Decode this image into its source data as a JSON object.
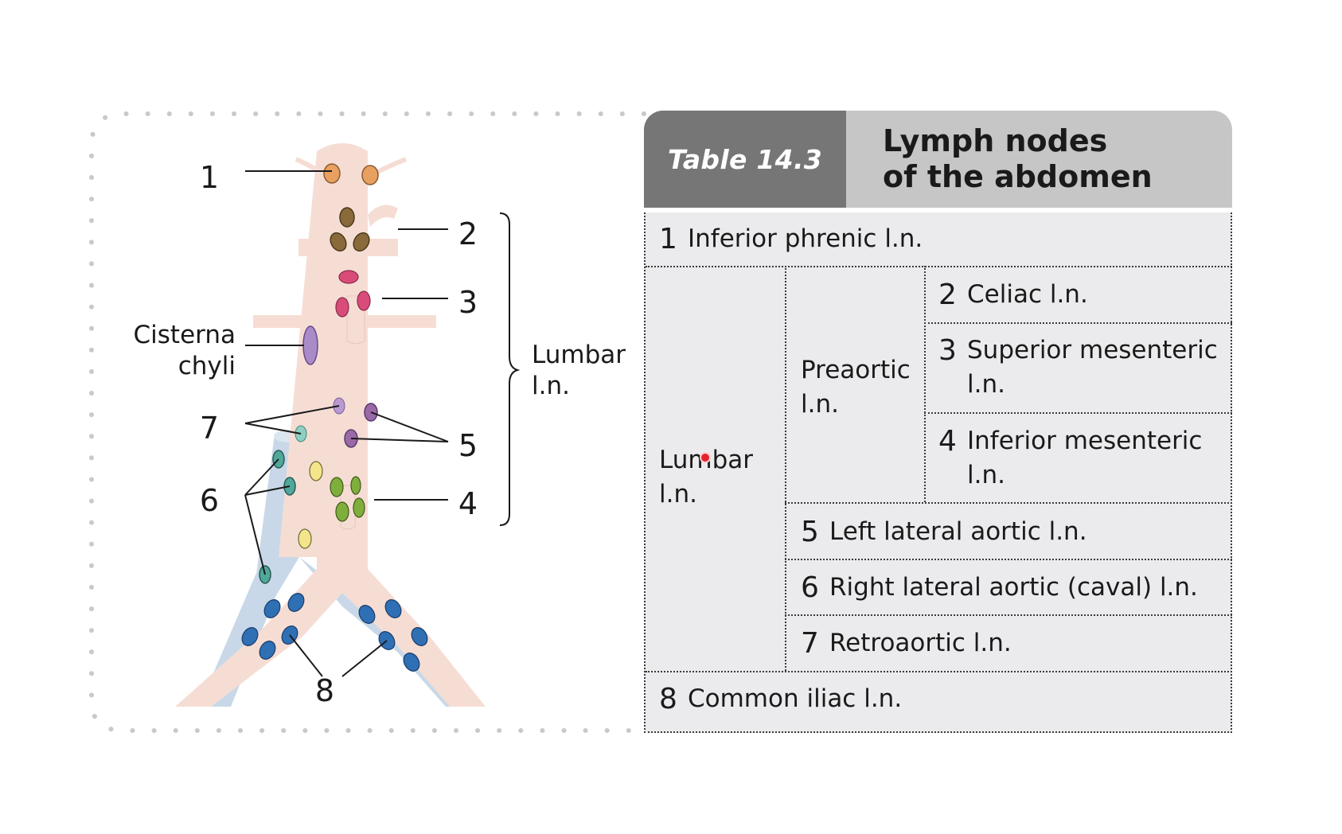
{
  "diagram": {
    "callouts": [
      "1",
      "2",
      "3",
      "4",
      "5",
      "6",
      "7",
      "8"
    ],
    "cisterna_label": [
      "Cisterna",
      "chyli"
    ],
    "lumbar_label": [
      "Lumbar",
      "l.n."
    ]
  },
  "table": {
    "tag": "Table 14.3",
    "title_line1": "Lymph nodes",
    "title_line2": "of the abdomen",
    "row1": {
      "num": "1",
      "text": "Inferior phrenic l.n."
    },
    "lumbar_group": "Lumbar l.n.",
    "preaortic_group": "Preaortic l.n.",
    "row2": {
      "num": "2",
      "text": "Celiac l.n."
    },
    "row3": {
      "num": "3",
      "text": "Superior mesenteric l.n."
    },
    "row4": {
      "num": "4",
      "text": "Inferior mesenteric l.n."
    },
    "row5": {
      "num": "5",
      "text": "Left lateral aortic l.n."
    },
    "row6": {
      "num": "6",
      "text": "Right lateral aortic (caval) l.n."
    },
    "row7": {
      "num": "7",
      "text": "Retroaortic l.n."
    },
    "row8": {
      "num": "8",
      "text": "Common iliac l.n."
    }
  },
  "colors": {
    "artery": "#f6ddd4",
    "vein": "#c8d8e8",
    "header_dark": "#767676",
    "header_light": "#c6c6c6",
    "table_bg": "#ebebed",
    "node_phrenic": "#e8a060",
    "node_celiac": "#8a6a3a",
    "node_sup_mesenteric": "#d94c7a",
    "node_inf_mesenteric": "#7fae3c",
    "node_lateral_aortic": "#9a6aa8",
    "node_caval": "#4fa89a",
    "node_iliac": "#2f6fb4",
    "node_retroaortic": "#b99ad0",
    "node_yellow": "#f4e58a",
    "cisterna": "#a98bc8"
  }
}
